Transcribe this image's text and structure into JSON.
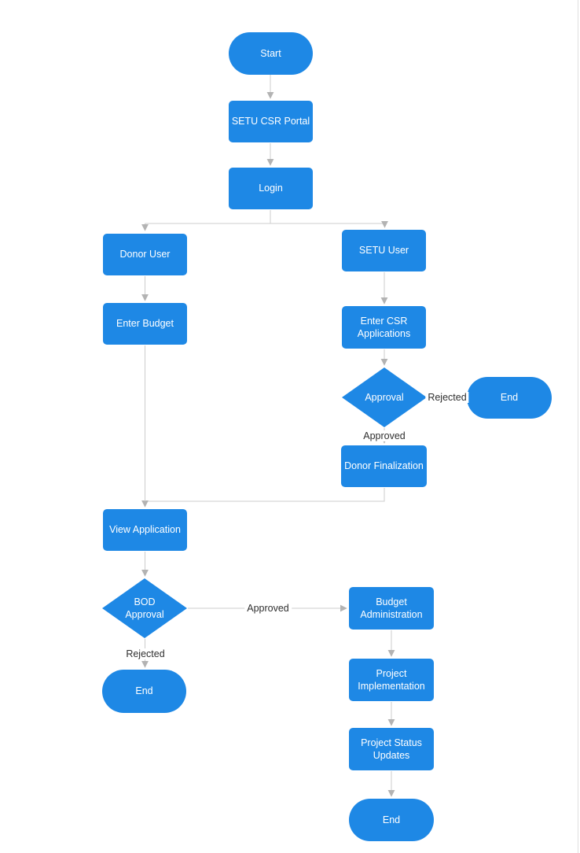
{
  "diagram": {
    "nodes": [
      {
        "id": "start",
        "type": "terminator",
        "label": "Start"
      },
      {
        "id": "setu-csr-portal",
        "type": "process",
        "label": "SETU CSR Portal"
      },
      {
        "id": "login",
        "type": "process",
        "label": "Login"
      },
      {
        "id": "donor-user",
        "type": "process",
        "label": "Donor User"
      },
      {
        "id": "setu-user",
        "type": "process",
        "label": "SETU User"
      },
      {
        "id": "enter-budget",
        "type": "process",
        "label": "Enter Budget"
      },
      {
        "id": "enter-csr-applications",
        "type": "process",
        "label": "Enter CSR Applications"
      },
      {
        "id": "approval",
        "type": "decision",
        "label": "Approval"
      },
      {
        "id": "end-csr-rejected",
        "type": "terminator",
        "label": "End"
      },
      {
        "id": "donor-finalization",
        "type": "process",
        "label": "Donor Finalization"
      },
      {
        "id": "view-application",
        "type": "process",
        "label": "View Application"
      },
      {
        "id": "bod-approval",
        "type": "decision",
        "label": "BOD Approval"
      },
      {
        "id": "budget-administration",
        "type": "process",
        "label": "Budget Administration"
      },
      {
        "id": "end-bod-rejected",
        "type": "terminator",
        "label": "End"
      },
      {
        "id": "project-implementation",
        "type": "process",
        "label": "Project Implementation"
      },
      {
        "id": "project-status-updates",
        "type": "process",
        "label": "Project Status Updates"
      },
      {
        "id": "end-final",
        "type": "terminator",
        "label": "End"
      }
    ],
    "edge_labels": [
      {
        "id": "approval-rejected",
        "label": "Rejected"
      },
      {
        "id": "approval-approved",
        "label": "Approved"
      },
      {
        "id": "bod-approved",
        "label": "Approved"
      },
      {
        "id": "bod-rejected",
        "label": "Rejected"
      }
    ],
    "colors": {
      "node_fill": "#1E88E5",
      "node_text": "#FFFFFF",
      "connector": "#CDCDCD",
      "arrowhead": "#B3B3B3",
      "edge_label_text": "#2F2F2F",
      "page_border": "#E0E0E0",
      "background": "#FFFFFF"
    }
  }
}
